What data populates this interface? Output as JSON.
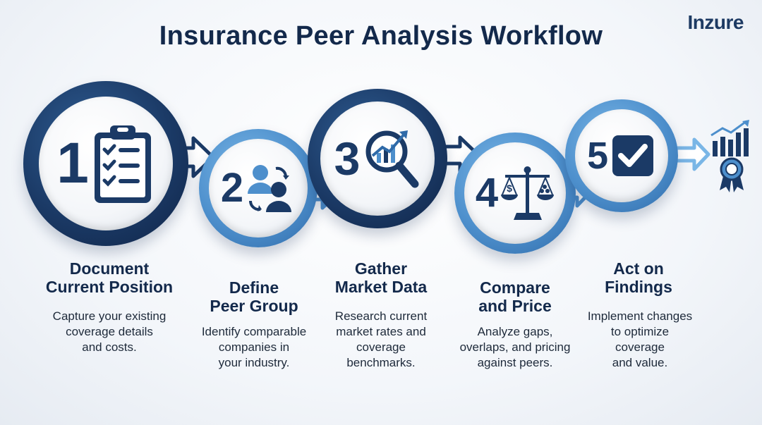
{
  "brand": {
    "logo_text": "Inzure"
  },
  "title": "Insurance Peer Analysis Workflow",
  "steps": [
    {
      "number": "1",
      "icon": "clipboard-checklist-icon",
      "title": "Document Current Position",
      "title_lines": [
        "Document",
        "Current Position"
      ],
      "description_lines": [
        "Capture your existing",
        "coverage details",
        "and costs."
      ]
    },
    {
      "number": "2",
      "icon": "peer-exchange-icon",
      "title": "Define Peer Group",
      "title_lines": [
        "Define",
        "Peer Group"
      ],
      "description_lines": [
        "Identify comparable",
        "companies in",
        "your industry."
      ]
    },
    {
      "number": "3",
      "icon": "magnifier-chart-icon",
      "title": "Gather Market Data",
      "title_lines": [
        "Gather",
        "Market Data"
      ],
      "description_lines": [
        "Research current",
        "market rates and",
        "coverage",
        "benchmarks."
      ]
    },
    {
      "number": "4",
      "icon": "balance-scale-icon",
      "title": "Compare and Price",
      "title_lines": [
        "Compare",
        "and Price"
      ],
      "description_lines": [
        "Analyze gaps,",
        "overlaps, and pricing",
        "against peers."
      ]
    },
    {
      "number": "5",
      "icon": "checkbox-icon",
      "title": "Act on Findings",
      "title_lines": [
        "Act on",
        "Findings"
      ],
      "description_lines": [
        "Implement changes",
        "to optimize",
        "coverage",
        "and value."
      ]
    }
  ],
  "final_icon": "growth-award-icon",
  "colors": {
    "navy": "#1b3a66",
    "mid_blue": "#4d8fcc",
    "light_blue": "#7ab6e6",
    "text": "#13294b"
  }
}
